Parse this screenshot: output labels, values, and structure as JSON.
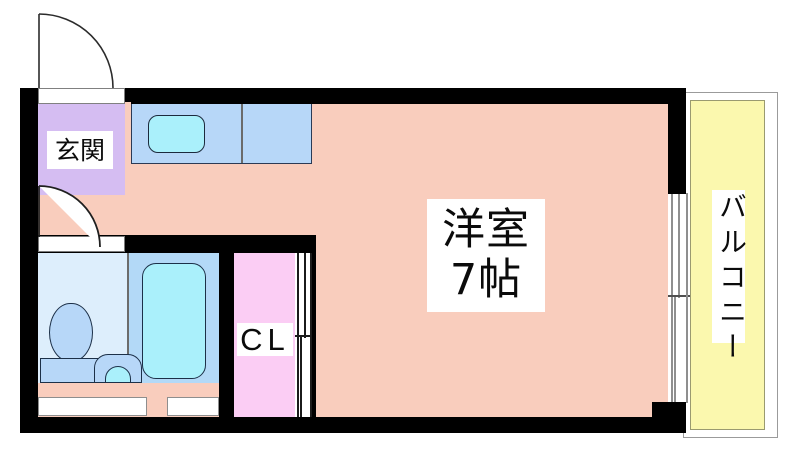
{
  "plan": {
    "title": "apartment-floor-plan",
    "rooms": [
      {
        "key": "genkan",
        "label": "玄関",
        "name": "entrance-hall",
        "fill": "#d5bdf2"
      },
      {
        "key": "main",
        "label": "洋室",
        "name": "western-room",
        "fill": "#f9cdbd"
      },
      {
        "key": "size",
        "label": "7帖",
        "name": "room-size",
        "fill": "#f9cdbd"
      },
      {
        "key": "closet",
        "label": "CL",
        "name": "closet",
        "fill": "#fbcdf4"
      },
      {
        "key": "balcony",
        "label": "バルコニー",
        "name": "balcony",
        "fill": "#fbf8ae"
      }
    ],
    "fixtures": [
      {
        "key": "kitchen_sink",
        "label": "kitchen-sink",
        "fill": "#aaf0fb"
      },
      {
        "key": "kitchen_counter",
        "label": "kitchen-counter",
        "fill": "#b7d7f8"
      },
      {
        "key": "bathtub",
        "label": "bathtub",
        "fill": "#aaf0fb"
      },
      {
        "key": "toilet",
        "label": "toilet",
        "fill": "#b7d7f8"
      },
      {
        "key": "wash_basin",
        "label": "wash-basin",
        "fill": "#aaf0fb"
      }
    ],
    "colors": {
      "wall": "#000000",
      "main_room": "#f9cdbd",
      "entrance": "#d5bdf2",
      "bath_floor": "#ddeefc",
      "bath_wet": "#b3d9f7",
      "closet": "#fbcdf4",
      "balcony": "#fbf8ae",
      "fixture_light": "#aaf0fb",
      "fixture_mid": "#b7d7f8",
      "background": "#ffffff"
    }
  }
}
